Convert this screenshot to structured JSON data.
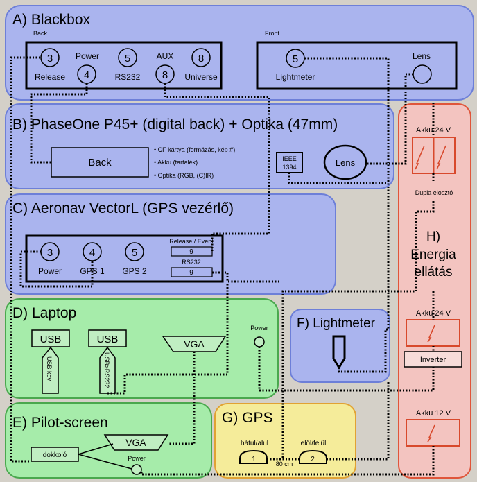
{
  "colors": {
    "background": "#d4d0c8",
    "panel_blue": "#aab4ee",
    "panel_blue_border": "#6d7fd8",
    "panel_green": "#a6ecaa",
    "panel_green_border": "#4aa84e",
    "panel_yellow": "#f5ec9a",
    "panel_yellow_border": "#e1a233",
    "panel_red": "#f3c4c0",
    "panel_red_border": "#e0553a",
    "inner_green": "#c0eec2",
    "battery_border": "#d8492c"
  },
  "blackbox": {
    "title": "A) Blackbox",
    "back_label": "Back",
    "front_label": "Front",
    "power_label": "Power",
    "aux_label": "AUX",
    "release_pin": "3",
    "release_label": "Release",
    "power_pin": "4",
    "rs232_pin": "5",
    "rs232_label": "RS232",
    "aux_pin": "8",
    "universe_pin": "8",
    "universe_label": "Universe",
    "lightmeter_pin": "5",
    "lightmeter_label": "Lightmeter",
    "lens_label": "Lens"
  },
  "phaseone": {
    "title": "B) PhaseOne P45+ (digital back) + Optika (47mm)",
    "back_label": "Back",
    "bullets": [
      "CF kártya (formázás, kép #)",
      "Akku (tartalék)",
      "Optika (RGB, (C)IR)"
    ],
    "ieee_line1": "IEEE",
    "ieee_line2": "1394",
    "lens_label": "Lens"
  },
  "aeronav": {
    "title": "C) Aeronav VectorL (GPS vezérlő)",
    "power_pin": "3",
    "power_label": "Power",
    "gps1_pin": "4",
    "gps1_label": "GPS 1",
    "gps2_pin": "5",
    "gps2_label": "GPS 2",
    "release_label": "Release / Event",
    "release_pin": "9",
    "rs232_label": "RS232",
    "rs232_pin": "9"
  },
  "laptop": {
    "title": "D) Laptop",
    "usb1": "USB",
    "usb2": "USB",
    "usb_key": "USB key",
    "usb_rs232": "USB>RS232",
    "vga": "VGA",
    "power": "Power"
  },
  "pilot": {
    "title": "E) Pilot-screen",
    "dock": "dokkoló",
    "vga": "VGA",
    "power": "Power"
  },
  "lightmeter": {
    "title": "F) Lightmeter"
  },
  "gps": {
    "title": "G) GPS",
    "rear_label": "hátul/alul",
    "front_label": "elől/felül",
    "ant1": "1",
    "ant2": "2",
    "distance": "80 cm"
  },
  "energy": {
    "akku1": "Akku 24 V",
    "splitter": "Dupla elosztó",
    "title_line1": "H)",
    "title_line2": "Energia",
    "title_line3": "ellátás",
    "akku2": "Akku 24 V",
    "inverter": "Inverter",
    "akku3": "Akku 12 V"
  }
}
